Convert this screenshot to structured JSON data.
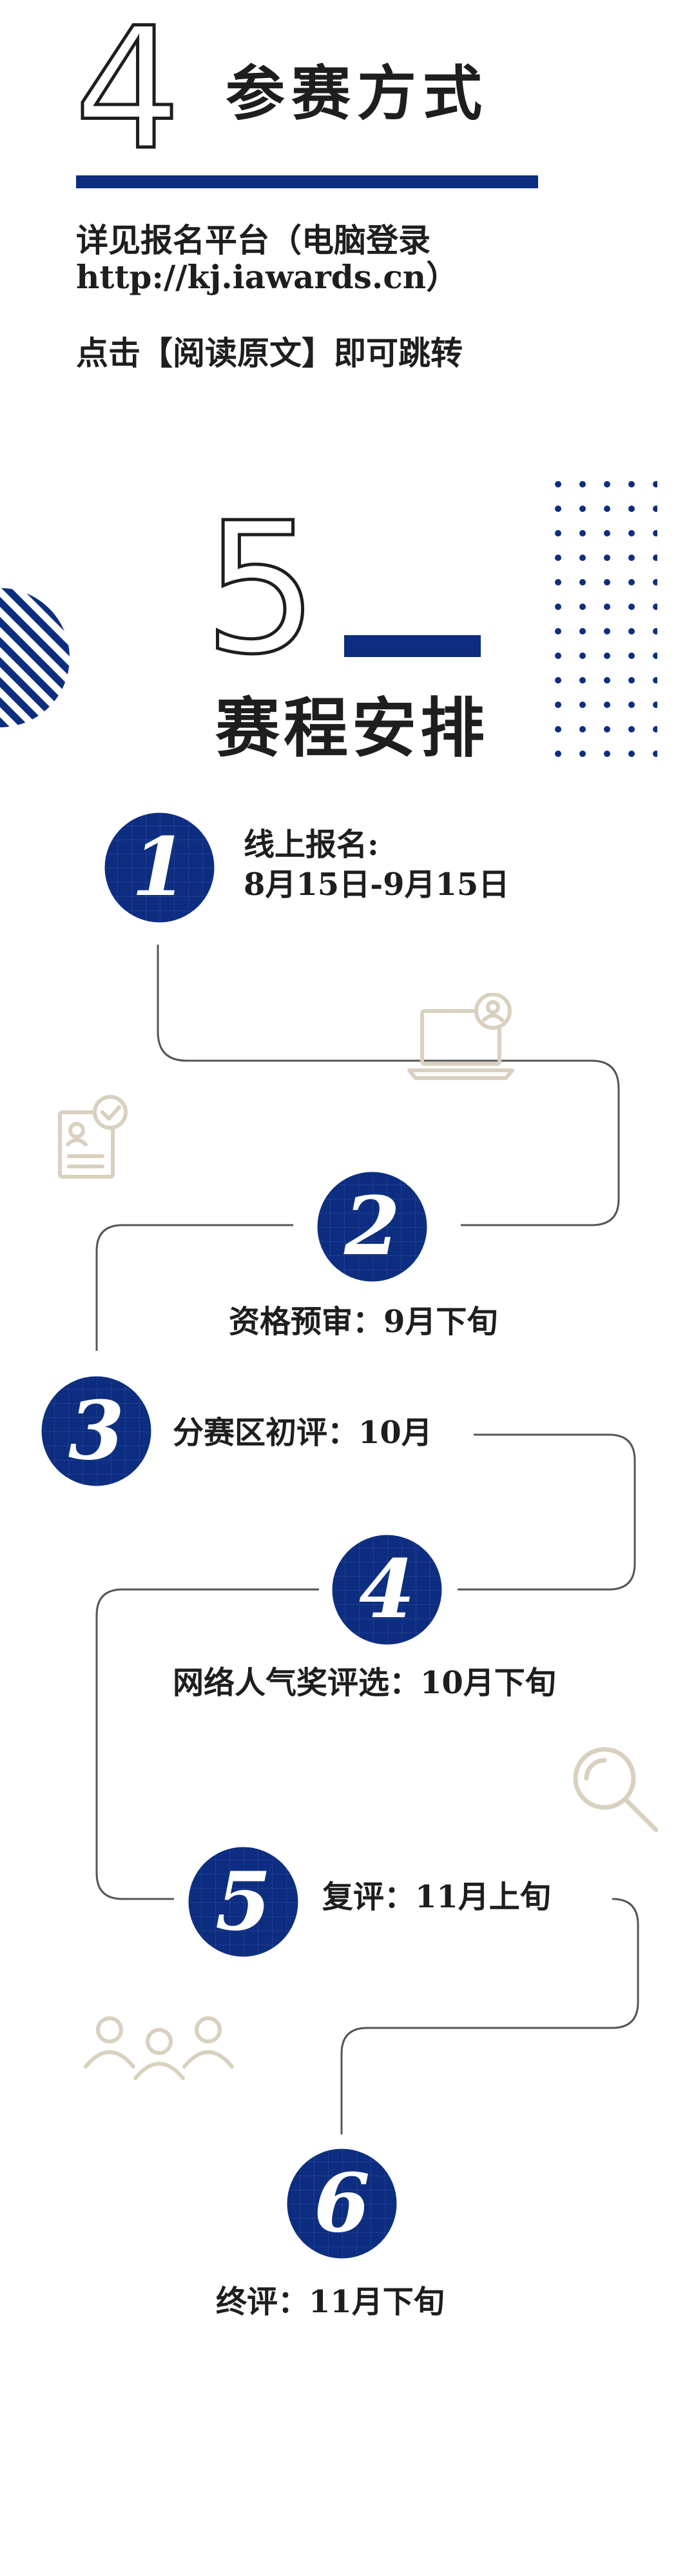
{
  "section4": {
    "number": "4",
    "title": "参赛方式",
    "line1": "详见报名平台（电脑登录",
    "line2": "http://kj.iawards.cn）",
    "line3": "点击【阅读原文】即可跳转"
  },
  "section5": {
    "number": "5",
    "title": "赛程安排"
  },
  "steps": [
    {
      "number": "1",
      "label": "线上报名:",
      "detail": "8月15日-9月15日"
    },
    {
      "number": "2",
      "label": "资格预审：9月下旬"
    },
    {
      "number": "3",
      "label": "分赛区初评：10月"
    },
    {
      "number": "4",
      "label": "网络人气奖评选：10月下旬"
    },
    {
      "number": "5",
      "label": "复评：11月上旬"
    },
    {
      "number": "6",
      "label": "终评：11月下旬"
    }
  ],
  "colors": {
    "accent": "#0d2e80",
    "text": "#1e1e1e",
    "line_art": "#d9d0bf"
  }
}
